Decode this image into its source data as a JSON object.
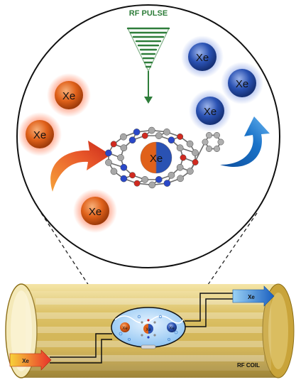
{
  "rf_pulse": {
    "label": "RF PULSE",
    "color": "#2e7d3a"
  },
  "atom_label": "Xe",
  "coil": {
    "label": "RF COIL"
  },
  "arrows": {
    "inflow_label": "Xe",
    "outflow_label": "Xe"
  },
  "colors": {
    "orange_xe": "#e0611a",
    "blue_xe": "#2a52b3",
    "coil_gold": "#d4b341",
    "arrow_orange": "#e8582a",
    "arrow_blue": "#1a73c9"
  }
}
